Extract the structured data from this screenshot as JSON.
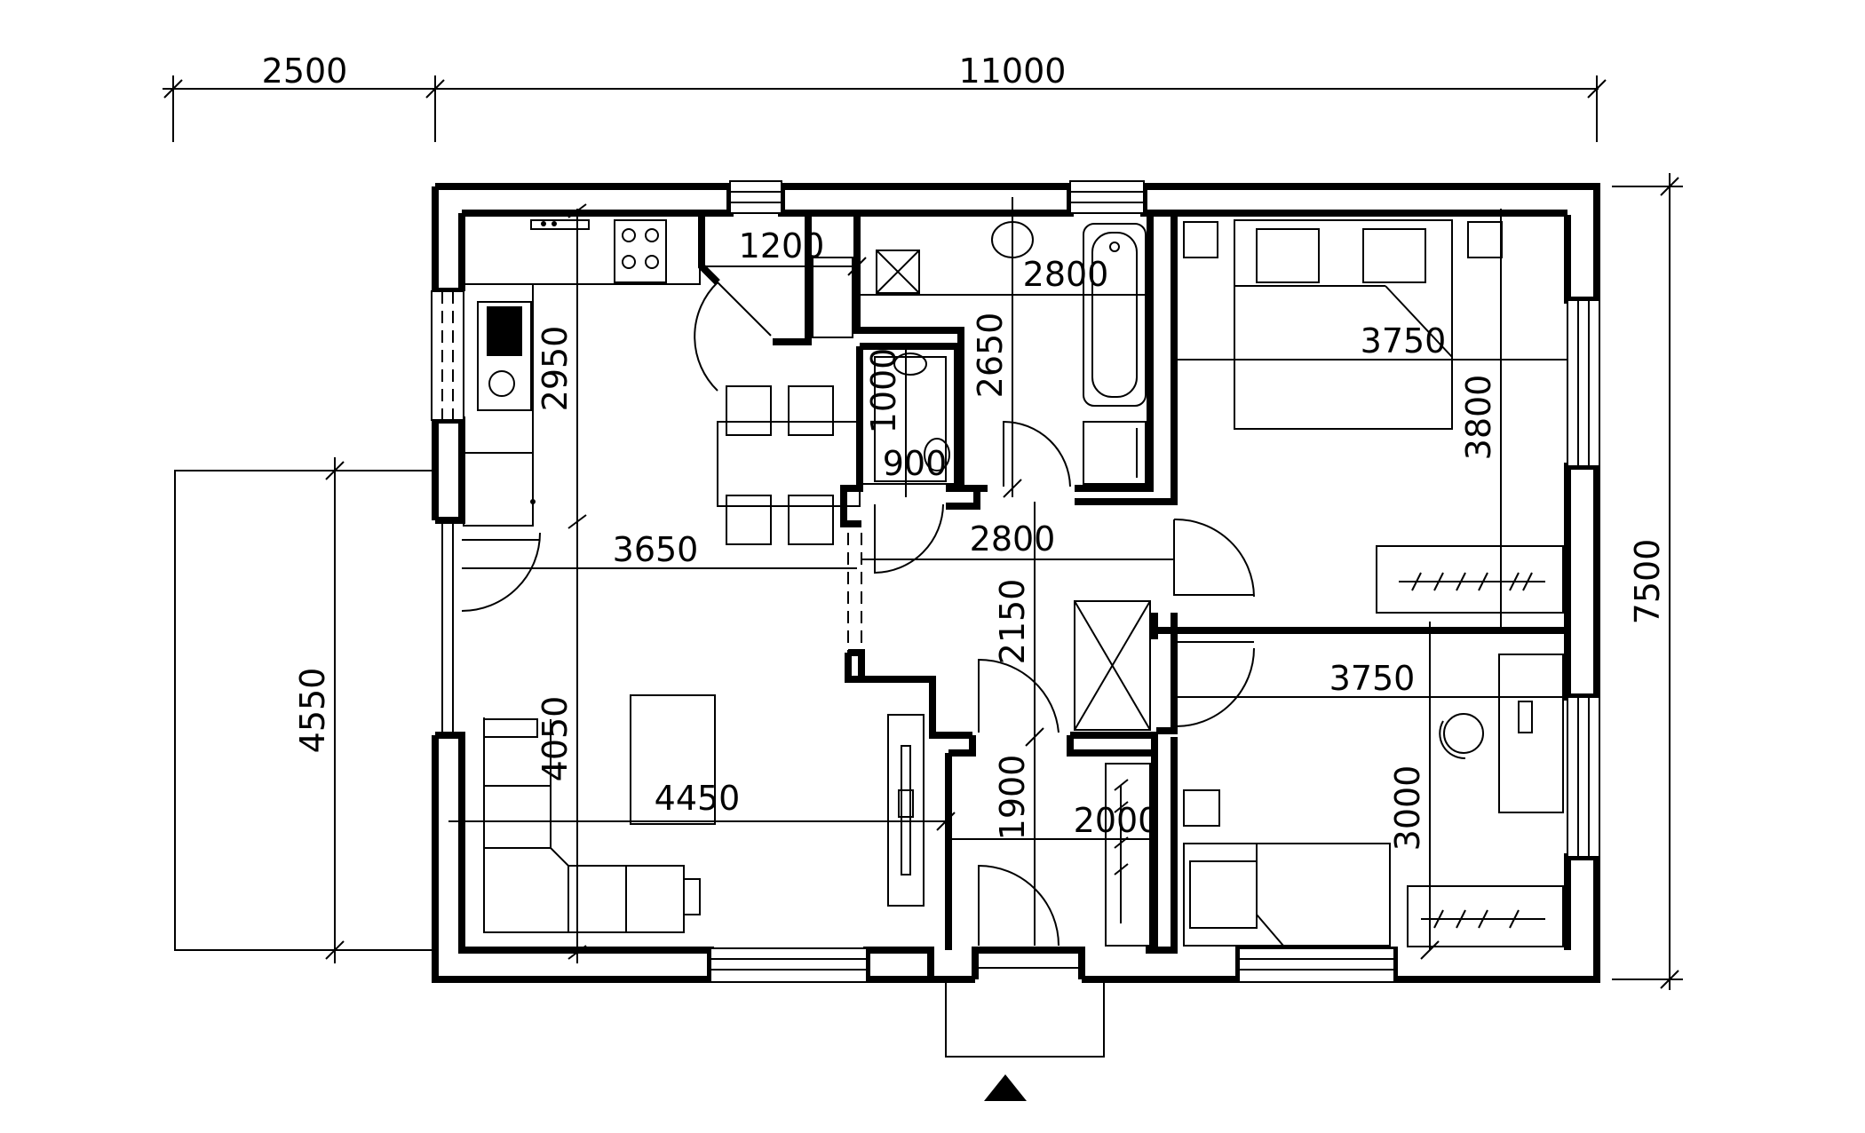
{
  "overall": {
    "terrace_width": "2500",
    "house_width": "11000",
    "house_depth": "7500",
    "terrace_depth": "4550"
  },
  "rooms": {
    "kitchen_depth": "2950",
    "pantry_width": "1200",
    "bath_width": "2800",
    "bath_depth": "2650",
    "wc_depth": "1000",
    "wc_width": "900",
    "kitchen_width": "3650",
    "hall_width": "2800",
    "hall_depth": "2150",
    "living_depth": "4050",
    "living_width": "4450",
    "entry_depth": "1900",
    "entry_width": "2000",
    "bedroom1_width": "3750",
    "bedroom1_depth": "3800",
    "bedroom2_width": "3750",
    "bedroom2_depth": "3000"
  }
}
